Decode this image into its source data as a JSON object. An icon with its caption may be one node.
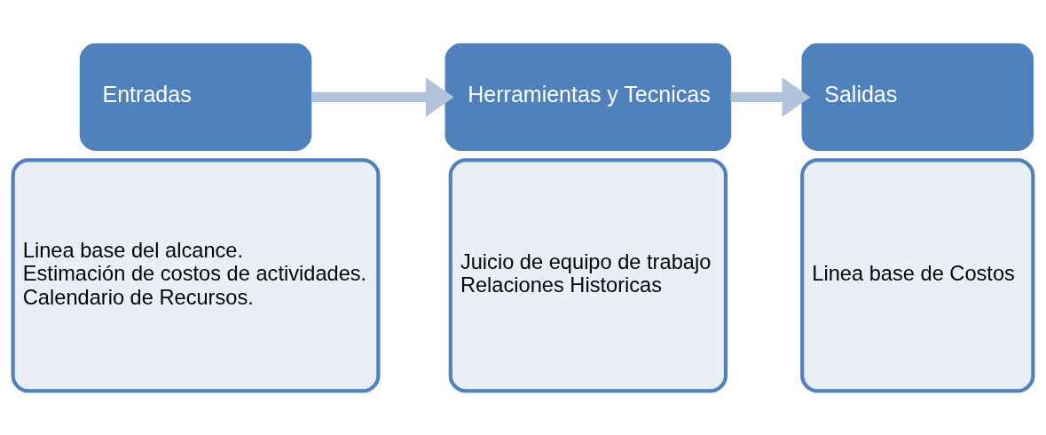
{
  "diagram": {
    "nodes": [
      {
        "text": [
          "Entradas"
        ]
      },
      {
        "text": [
          "Linea base del alcance.",
          "Estimación de costos de actividades.",
          "Calendario de Recursos."
        ]
      },
      {
        "text": [
          "Herramientas y Tecnicas"
        ]
      },
      {
        "text": [
          "Juicio de equipo de trabajo",
          "Relaciones Historicas"
        ]
      },
      {
        "text": [
          "Salidas"
        ]
      },
      {
        "text": [
          "Linea base de Costos"
        ]
      }
    ],
    "edges": [
      {
        "from": 0,
        "to": 2,
        "arrow": "to"
      },
      {
        "from": 2,
        "to": 4,
        "arrow": "to"
      }
    ]
  }
}
